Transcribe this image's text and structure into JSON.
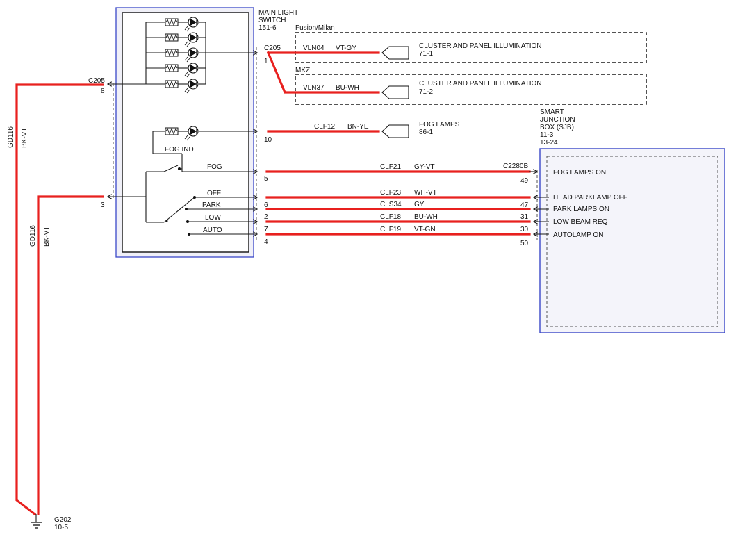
{
  "switch": {
    "title_line1": "MAIN LIGHT",
    "title_line2": "SWITCH",
    "ref": "151-6",
    "fog_ind_label": "FOG IND",
    "fog_label": "FOG",
    "positions": [
      "OFF",
      "PARK",
      "LOW",
      "AUTO"
    ]
  },
  "ground": {
    "connector": "C205",
    "pin_top": "8",
    "pin_bottom": "3",
    "wire1_circuit": "GD116",
    "wire1_color": "BK-VT",
    "wire2_circuit": "GD116",
    "wire2_color": "BK-VT",
    "ground_id": "G202",
    "ground_ref": "10-5"
  },
  "illumination": {
    "connector": "C205",
    "pin": "1",
    "fusion_label": "Fusion/Milan",
    "fusion_circuit": "VLN04",
    "fusion_color": "VT-GY",
    "fusion_dest": "CLUSTER AND PANEL ILLUMINATION",
    "fusion_ref": "71-1",
    "mkz_label": "MKZ",
    "mkz_circuit": "VLN37",
    "mkz_color": "BU-WH",
    "mkz_dest": "CLUSTER AND PANEL ILLUMINATION",
    "mkz_ref": "71-2"
  },
  "fog": {
    "pin": "10",
    "circuit": "CLF12",
    "color": "BN-YE",
    "dest": "FOG LAMPS",
    "ref": "86-1"
  },
  "sjb": {
    "title_line1": "SMART",
    "title_line2": "JUNCTION",
    "title_line3": "BOX (SJB)",
    "ref1": "11-3",
    "ref2": "13-24",
    "connector": "C2280B"
  },
  "circuits": [
    {
      "sw_pin": "5",
      "circuit": "CLF21",
      "color": "GY-VT",
      "sjb_pin": "49",
      "sjb_label": "FOG LAMPS ON"
    },
    {
      "sw_pin": "",
      "circuit": "CLF23",
      "color": "WH-VT",
      "sjb_pin": "",
      "sjb_label": "HEAD PARKLAMP OFF"
    },
    {
      "sw_pin": "6",
      "circuit": "CLS34",
      "color": "GY",
      "sjb_pin": "47",
      "sjb_label": "PARK LAMPS ON"
    },
    {
      "sw_pin": "2",
      "circuit": "CLF18",
      "color": "BU-WH",
      "sjb_pin": "31",
      "sjb_label": "LOW BEAM REQ"
    },
    {
      "sw_pin": "7",
      "circuit": "CLF19",
      "color": "VT-GN",
      "sjb_pin": "30",
      "sjb_label": "AUTOLAMP ON"
    },
    {
      "sw_pin": "4",
      "circuit": "",
      "color": "",
      "sjb_pin": "50",
      "sjb_label": ""
    }
  ],
  "colors": {
    "wire": "#e8201e",
    "module_border": "#3a48c8",
    "module_fill": "#eeeef8"
  }
}
